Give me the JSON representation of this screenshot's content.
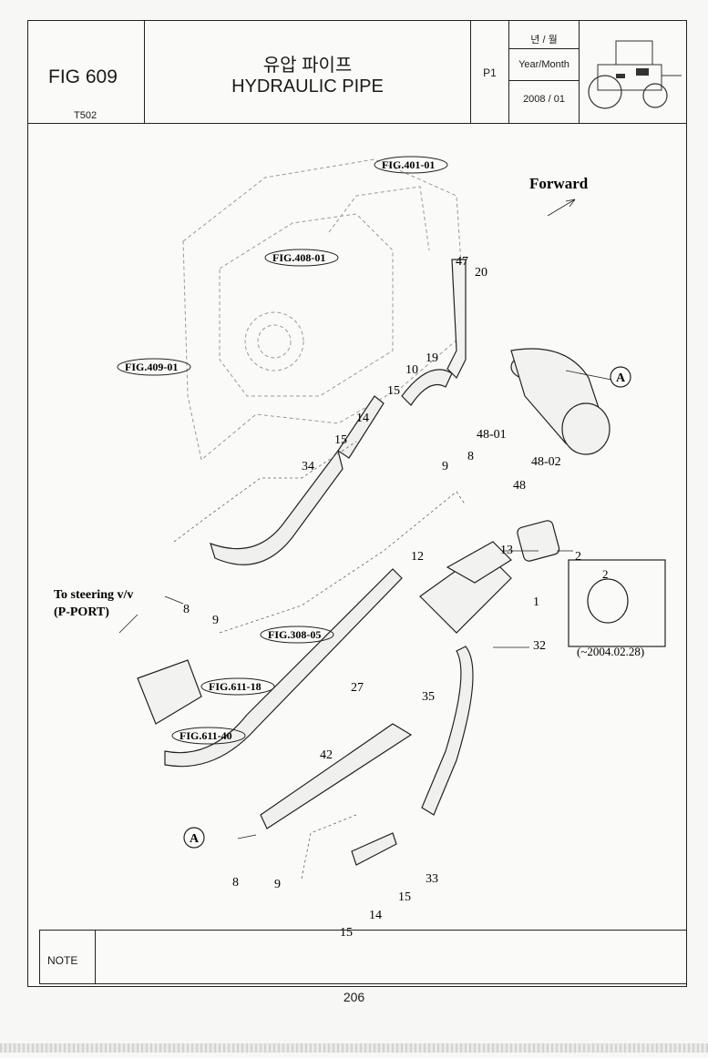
{
  "header": {
    "figure_number": "FIG 609",
    "model_code": "T502",
    "title_korean": "유압 파이프",
    "title_english": "HYDRAULIC PIPE",
    "page_code": "P1",
    "date_label_korean": "년 / 월",
    "date_label_english": "Year/Month",
    "date_value": "2008 / 01"
  },
  "diagram": {
    "direction_label": "Forward",
    "figure_refs": [
      "FIG.401-01",
      "FIG.408-01",
      "FIG.409-01",
      "FIG.308-05",
      "FIG.611-18",
      "FIG.611-40"
    ],
    "steering_label_line1": "To steering v/v",
    "steering_label_line2": "(P-PORT)",
    "connector_marker": "A",
    "inset_part_number": "2",
    "inset_caption": "(~2004.02.28)",
    "part_numbers": [
      "47",
      "20",
      "19",
      "10",
      "15",
      "14",
      "15",
      "34",
      "9",
      "8",
      "48-01",
      "48-02",
      "48",
      "13",
      "12",
      "2",
      "1",
      "32",
      "8",
      "9",
      "27",
      "35",
      "42",
      "8",
      "9",
      "15",
      "14",
      "15",
      "33"
    ]
  },
  "footer": {
    "note_label": "NOTE",
    "page_number": "206"
  }
}
